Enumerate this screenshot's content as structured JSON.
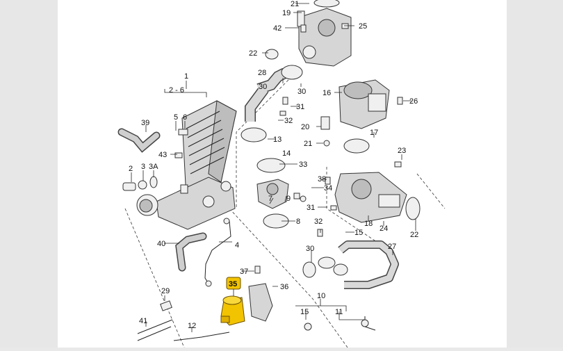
{
  "highlight": {
    "label": "35",
    "color": "#f2c300"
  },
  "labels": {
    "l1": "1",
    "l2_6": "2 - 6",
    "l2": "2",
    "l3": "3",
    "l3a": "3A",
    "l4": "4",
    "l5": "5",
    "l6": "6",
    "l7": "7",
    "l8": "8",
    "l9": "9",
    "l10": "10",
    "l11": "11",
    "l12": "12",
    "l13": "13",
    "l14": "14",
    "l15": "15",
    "l16": "16",
    "l17": "17",
    "l18": "18",
    "l19": "19",
    "l20": "20",
    "l21a": "21",
    "l21b": "21",
    "l22a": "22",
    "l22b": "22",
    "l23": "23",
    "l24": "24",
    "l25": "25",
    "l26": "26",
    "l27": "27",
    "l28": "28",
    "l29": "29",
    "l30a": "30",
    "l30b": "30",
    "l30c": "30",
    "l31a": "31",
    "l31b": "31",
    "l32a": "32",
    "l32b": "32",
    "l33": "33",
    "l34": "34",
    "l36": "36",
    "l37": "37",
    "l38": "38",
    "l39": "39",
    "l40": "40",
    "l41": "41",
    "l42": "42",
    "l43": "43"
  }
}
